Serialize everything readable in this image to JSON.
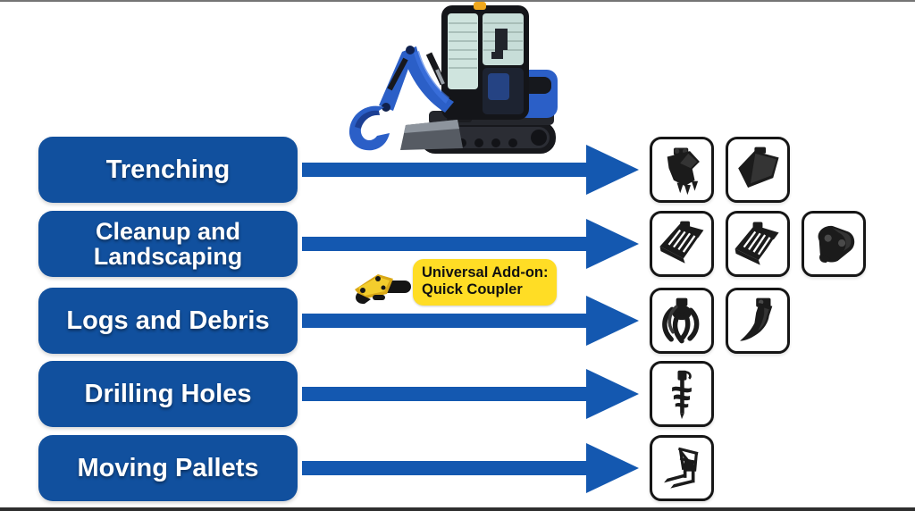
{
  "colors": {
    "label_blue": "#11509e",
    "arrow_blue": "#1458b0",
    "callout_yellow": "#ffdd25",
    "tile_border": "#161616",
    "excavator_blue": "#2b5fc7",
    "beacon_amber": "#f0a81e"
  },
  "hero": {
    "name": "blue mini excavator"
  },
  "callout": {
    "line1": "Universal Add-on:",
    "line2": "Quick Coupler"
  },
  "rows": [
    {
      "label": "Trenching",
      "attachments": [
        "trenching-bucket",
        "grading-bucket"
      ]
    },
    {
      "label": "Cleanup and Landscaping",
      "attachments": [
        "skeleton-bucket",
        "skeleton-bucket",
        "tilt-quick-coupler"
      ]
    },
    {
      "label": "Logs and Debris",
      "attachments": [
        "log-grapple",
        "ripper-tooth"
      ]
    },
    {
      "label": "Drilling Holes",
      "attachments": [
        "auger-drill"
      ]
    },
    {
      "label": "Moving Pallets",
      "attachments": [
        "pallet-forks"
      ]
    }
  ]
}
